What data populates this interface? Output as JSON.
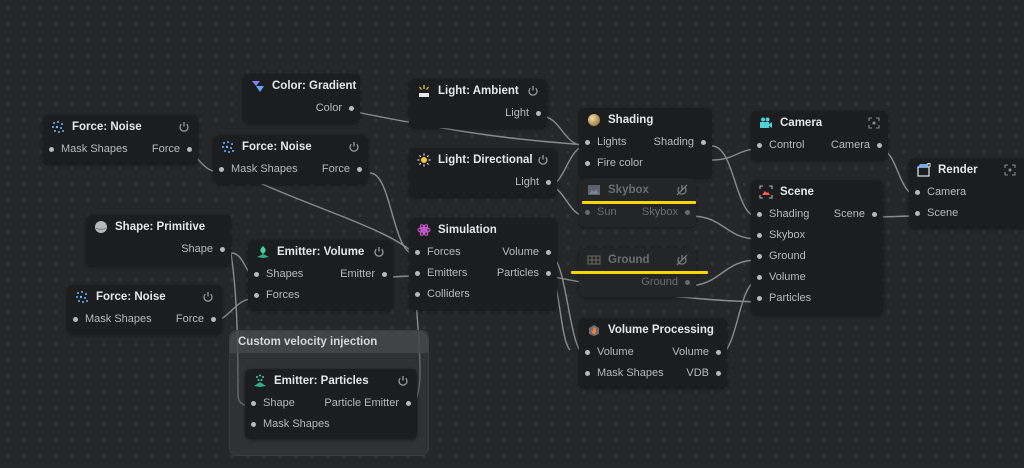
{
  "group": {
    "title": "Custom velocity injection"
  },
  "nodes": {
    "force_noise_1": {
      "title": "Force: Noise",
      "inputs": [
        "Mask Shapes"
      ],
      "outputs": [
        "Force"
      ]
    },
    "color_gradient": {
      "title": "Color: Gradient",
      "outputs": [
        "Color"
      ]
    },
    "force_noise_2": {
      "title": "Force: Noise",
      "inputs": [
        "Mask Shapes"
      ],
      "outputs": [
        "Force"
      ]
    },
    "shape_primitive": {
      "title": "Shape: Primitive",
      "outputs": [
        "Shape"
      ]
    },
    "force_noise_3": {
      "title": "Force: Noise",
      "inputs": [
        "Mask Shapes"
      ],
      "outputs": [
        "Force"
      ]
    },
    "emitter_volume": {
      "title": "Emitter: Volume",
      "inputs": [
        "Shapes",
        "Forces"
      ],
      "outputs": [
        "Emitter"
      ]
    },
    "emitter_particles": {
      "title": "Emitter: Particles",
      "inputs": [
        "Shape",
        "Mask Shapes"
      ],
      "outputs": [
        "Particle Emitter"
      ]
    },
    "light_ambient": {
      "title": "Light: Ambient",
      "outputs": [
        "Light"
      ]
    },
    "light_directional": {
      "title": "Light: Directional",
      "outputs": [
        "Light"
      ]
    },
    "simulation": {
      "title": "Simulation",
      "inputs": [
        "Forces",
        "Emitters",
        "Colliders"
      ],
      "outputs": [
        "Volume",
        "Particles"
      ]
    },
    "shading": {
      "title": "Shading",
      "inputs": [
        "Lights",
        "Fire color"
      ],
      "outputs": [
        "Shading"
      ]
    },
    "skybox": {
      "title": "Skybox",
      "inputs": [
        "Sun"
      ],
      "outputs": [
        "Skybox"
      ]
    },
    "ground": {
      "title": "Ground",
      "outputs": [
        "Ground"
      ]
    },
    "volume_processing": {
      "title": "Volume Processing",
      "inputs": [
        "Volume",
        "Mask Shapes"
      ],
      "outputs": [
        "Volume",
        "VDB"
      ]
    },
    "camera": {
      "title": "Camera",
      "inputs": [
        "Control"
      ],
      "outputs": [
        "Camera"
      ]
    },
    "scene": {
      "title": "Scene",
      "inputs": [
        "Shading",
        "Skybox",
        "Ground",
        "Volume",
        "Particles"
      ],
      "outputs": [
        "Scene"
      ]
    },
    "render": {
      "title": "Render",
      "inputs": [
        "Camera",
        "Scene"
      ]
    }
  },
  "colors": {
    "highlight": "#ffd600",
    "wire": "#8a8b8c",
    "node_bg": "#1c1d1e"
  }
}
